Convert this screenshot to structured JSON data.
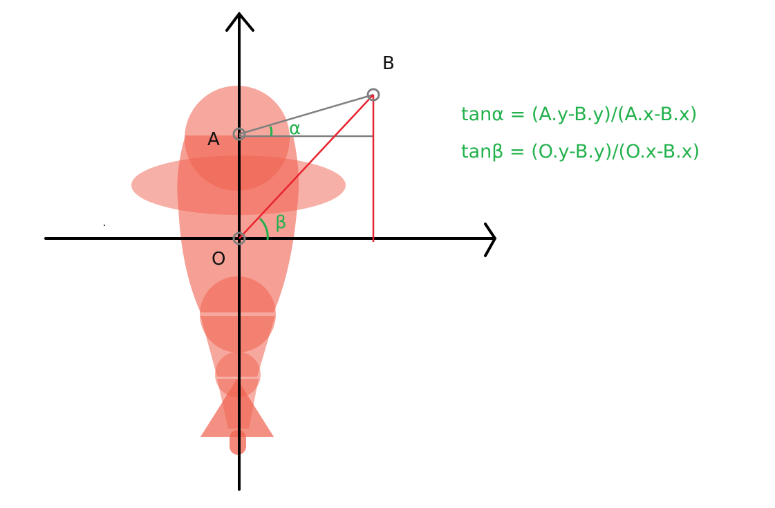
{
  "points": {
    "A": "A",
    "B": "B",
    "O": "O"
  },
  "angles": {
    "alpha": "α",
    "beta": "β"
  },
  "formulas": [
    "tanα = (A.y-B.y)/(A.x-B.x)",
    "tanβ = (O.y-B.y)/(O.x-B.x)"
  ],
  "colors": {
    "fish_body": "#f0614f",
    "axis": "#000000",
    "red_line": "#e8222e",
    "gray_line": "#7f7f7f",
    "green_text": "#22b14c",
    "point_marker": "#808080"
  }
}
